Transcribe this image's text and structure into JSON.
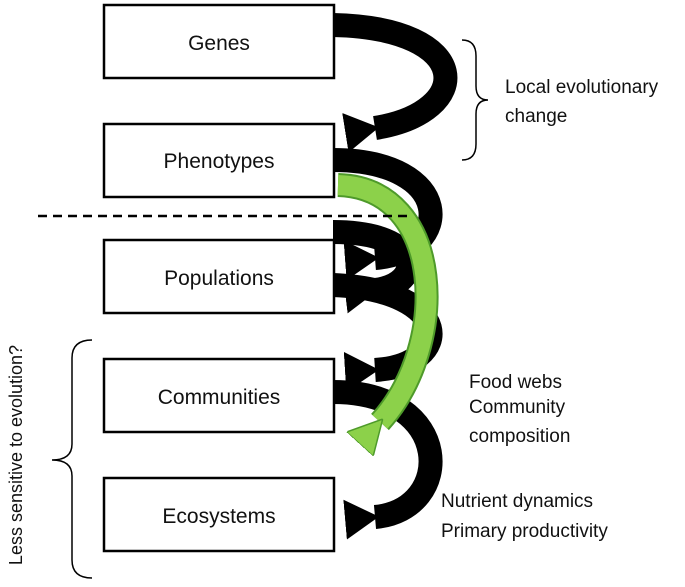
{
  "levels": [
    {
      "label": "Genes"
    },
    {
      "label": "Phenotypes"
    },
    {
      "label": "Populations"
    },
    {
      "label": "Communities"
    },
    {
      "label": "Ecosystems"
    }
  ],
  "annotations": {
    "local_change_line1": "Local evolutionary",
    "local_change_line2": "change",
    "community_line1": "Food webs",
    "community_line2": "Community",
    "community_line3": "composition",
    "ecosystem_line1": "Nutrient dynamics",
    "ecosystem_line2": "Primary productivity",
    "side_label": "Less sensitive to evolution?"
  },
  "colors": {
    "arrow": "#000000",
    "highlight_arrow": "#8cd14a",
    "highlight_arrow_stroke": "#4e9a2a",
    "box_border": "#000000"
  }
}
